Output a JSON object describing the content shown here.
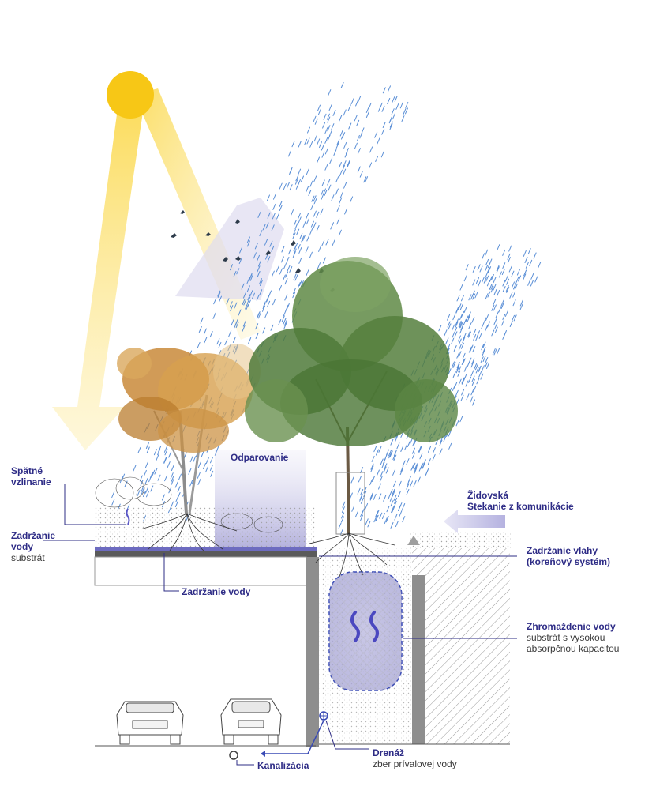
{
  "labels": {
    "spatne_vzlinanie": [
      "Spätné",
      "vzlinanie"
    ],
    "zadrzanie_vody_left": [
      "Zadržanie",
      "vody"
    ],
    "zadrzanie_vody_left_sub": "substrát",
    "zadrzanie_vody_bottom": "Zadržanie vody",
    "odparovanie": "Odparovanie",
    "zidovska": "Židovská",
    "stekanie": "Stekanie z komunikácie",
    "zadrzanie_vlahy": [
      "Zadržanie vlahy",
      "(koreňový systém)"
    ],
    "zhromazdenie_title": "Zhromaždenie vody",
    "zhromazdenie_sub": [
      "substrát s vysokou",
      "absorpčnou kapacitou"
    ],
    "drenaz_title": "Drenáž",
    "drenaz_sub": "zber prívalovej vody",
    "kanalizacia": "Kanalizácia"
  },
  "colors": {
    "label": "#2e2c86",
    "sun": "#f7c716",
    "sunlight": "#fbe27a",
    "rain": "#5b8fd6",
    "evaporation": "#b9b7dd",
    "tree_autumn": "#c98a3a",
    "tree_green": "#4f7a3a",
    "wall": "#8e8e8e"
  }
}
